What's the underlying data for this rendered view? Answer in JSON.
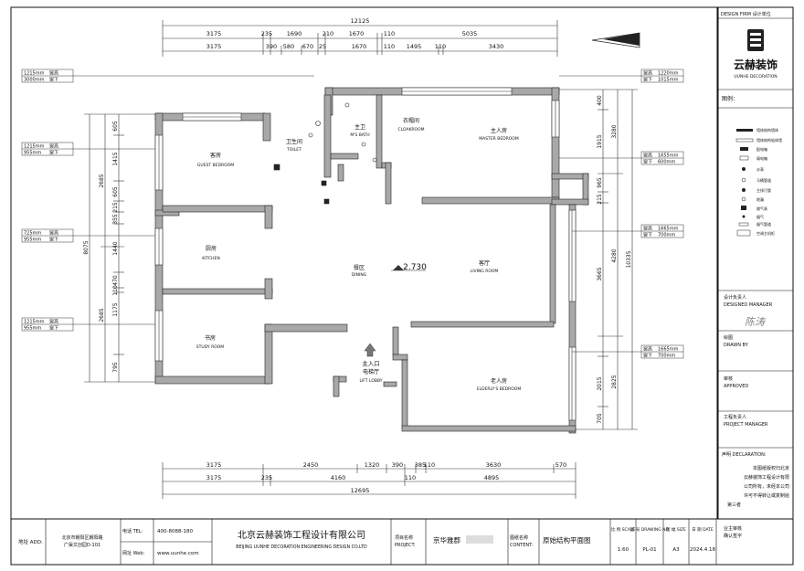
{
  "panel": {
    "firm_label": "DESIGN FIRM 设计单位",
    "logo_cn": "云赫装饰",
    "logo_en": "UUNHE DECORATION",
    "legend_title": "图例：",
    "legend": [
      "墙体结构墙体",
      "墙体结构轻体墙",
      "配电箱",
      "弱电箱",
      "水表",
      "马桶管道",
      "主排污管",
      "地漏",
      "燃气表",
      "烟气",
      "烟气管道",
      "空调主机柜"
    ],
    "sign_rows": [
      {
        "cn": "设计负责人",
        "en": "DESIGNED MANAGER"
      },
      {
        "cn": "绘图",
        "en": "DRAWN BY"
      },
      {
        "cn": "审核",
        "en": "APPROVED"
      },
      {
        "cn": "工程负责人",
        "en": "PROJECT MANAGER"
      }
    ],
    "signature": "陈涛",
    "declaration_title": "声明 DECLARATION:",
    "declaration_lines": [
      "本图纸版权归北京",
      "云赫装饰工程设计有限",
      "公司所有，未经本公司",
      "许可不得转让或复制给",
      "第三者"
    ]
  },
  "titleblock": {
    "address_label": "地址 ADD:",
    "address_lines": [
      "北京市朝阳区朝阳路",
      "广渠文创园D-101"
    ],
    "tel_label": "电话 TEL:",
    "tel": "400-8088-180",
    "web_label": "网址 Web:",
    "web": "www.uunhe.com",
    "company_cn": "北京云赫装饰工程设计有限公司",
    "company_en": "BEIJING UUNHE  DECORATION ENGINEERING DESIGN CO.LTD",
    "project_label_cn": "项目名称",
    "project_label_en": "PROJECT:",
    "project_value": "京华雅郡",
    "content_label_cn": "图纸名称",
    "content_label_en": "CONTENT:",
    "content_value": "原始结构平面图",
    "scale_label": "比 例 SCALE",
    "scale": "1:60",
    "drawing_label": "图 号 DRAWING NO",
    "drawing_no": "PL-01",
    "size_label": "图 幅 SIZE",
    "size": "A3",
    "date_label": "日 期 DATE",
    "date": "2024.4.18",
    "approval": [
      "业主审核",
      "确认签字"
    ]
  },
  "plan": {
    "dim_top_total": "12125",
    "dim_top_row1": [
      "3175",
      "235",
      "1690",
      "210",
      "1670",
      "110",
      "5035"
    ],
    "dim_top_row2": [
      "3175",
      "390",
      "580",
      "670",
      "25",
      "1670",
      "110",
      "1495",
      "110",
      "3430"
    ],
    "dim_bottom_row1": [
      "3175",
      "2450",
      "1320",
      "390",
      "385",
      "110",
      "3630",
      "570"
    ],
    "dim_bottom_row2": [
      "3175",
      "235",
      "4160",
      "110",
      "4895"
    ],
    "dim_bottom_total": "12695",
    "dim_left_row1": [
      "605",
      "1415",
      "605",
      "215",
      "355",
      "1440",
      "470",
      "110",
      "1175",
      "795"
    ],
    "dim_left_row2": [
      "2685",
      "2685"
    ],
    "dim_left_total": "8075",
    "dim_right_row1": [
      "400",
      "1915",
      "965",
      "215",
      "3665",
      "2015",
      "705"
    ],
    "dim_right_row2": [
      "3280",
      "4280",
      "2825"
    ],
    "dim_right_total": "10335",
    "window_tags": [
      {
        "a": "1215mm",
        "b": "窗高",
        "c": "3000mm",
        "d": "窗下"
      },
      {
        "a": "1215mm",
        "b": "窗高",
        "c": "955mm",
        "d": "窗下"
      },
      {
        "a": "725mm",
        "b": "窗高",
        "c": "955mm",
        "d": "窗下"
      },
      {
        "a": "1215mm",
        "b": "窗高",
        "c": "955mm",
        "d": "窗下"
      },
      {
        "a": "1220mm",
        "b": "窗高",
        "c": "1015mm",
        "d": "窗下"
      },
      {
        "a": "1655mm",
        "b": "窗高",
        "c": "600mm",
        "d": "窗下"
      },
      {
        "a": "1665mm",
        "b": "窗高",
        "c": "700mm",
        "d": "窗下"
      },
      {
        "a": "1665mm",
        "b": "窗高",
        "c": "700mm",
        "d": "窗下"
      }
    ],
    "rooms": [
      {
        "cn": "客房",
        "en": "GUEST BEDROOM"
      },
      {
        "cn": "卫生间",
        "en": "TOILET"
      },
      {
        "cn": "主卫",
        "en": "M'S BATH"
      },
      {
        "cn": "衣帽间",
        "en": "CLOAKROOM"
      },
      {
        "cn": "主人房",
        "en": "MASTER BEDROOM"
      },
      {
        "cn": "厨房",
        "en": "KITCHEN"
      },
      {
        "cn": "餐区",
        "en": "DINING"
      },
      {
        "cn": "客厅",
        "en": "LIVING ROOM"
      },
      {
        "cn": "书房",
        "en": "STUDY ROOM"
      },
      {
        "cn": "电梯厅",
        "en": "LIFT LOBBY"
      },
      {
        "cn": "老人房",
        "en": "ELDERLY'S BEDROOM"
      }
    ],
    "entrance_label": "主入口",
    "level_mark": "2.730"
  }
}
